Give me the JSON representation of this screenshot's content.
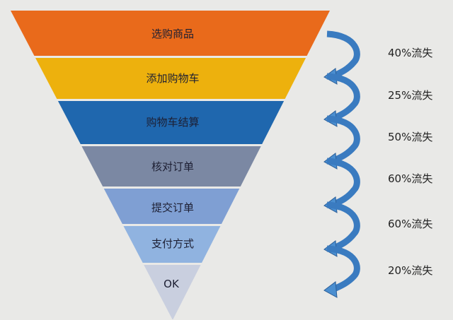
{
  "diagram": {
    "type": "funnel",
    "background": "#e9e9e7",
    "arrow_color": "#3a7bc0",
    "stages": [
      {
        "label": "选购商品",
        "color": "#e96a1b"
      },
      {
        "label": "添加购物车",
        "color": "#edb10d"
      },
      {
        "label": "购物车结算",
        "color": "#1f67ae"
      },
      {
        "label": "核对订单",
        "color": "#7b88a3"
      },
      {
        "label": "提交订单",
        "color": "#7f9fd3"
      },
      {
        "label": "支付方式",
        "color": "#90b3e0"
      },
      {
        "label": "OK",
        "color": "#c9cfdf"
      }
    ],
    "losses": [
      {
        "label": "40%流失",
        "value": 40
      },
      {
        "label": "25%流失",
        "value": 25
      },
      {
        "label": "50%流失",
        "value": 50
      },
      {
        "label": "60%流失",
        "value": 60
      },
      {
        "label": "60%流失",
        "value": 60
      },
      {
        "label": "20%流失",
        "value": 20
      }
    ]
  }
}
